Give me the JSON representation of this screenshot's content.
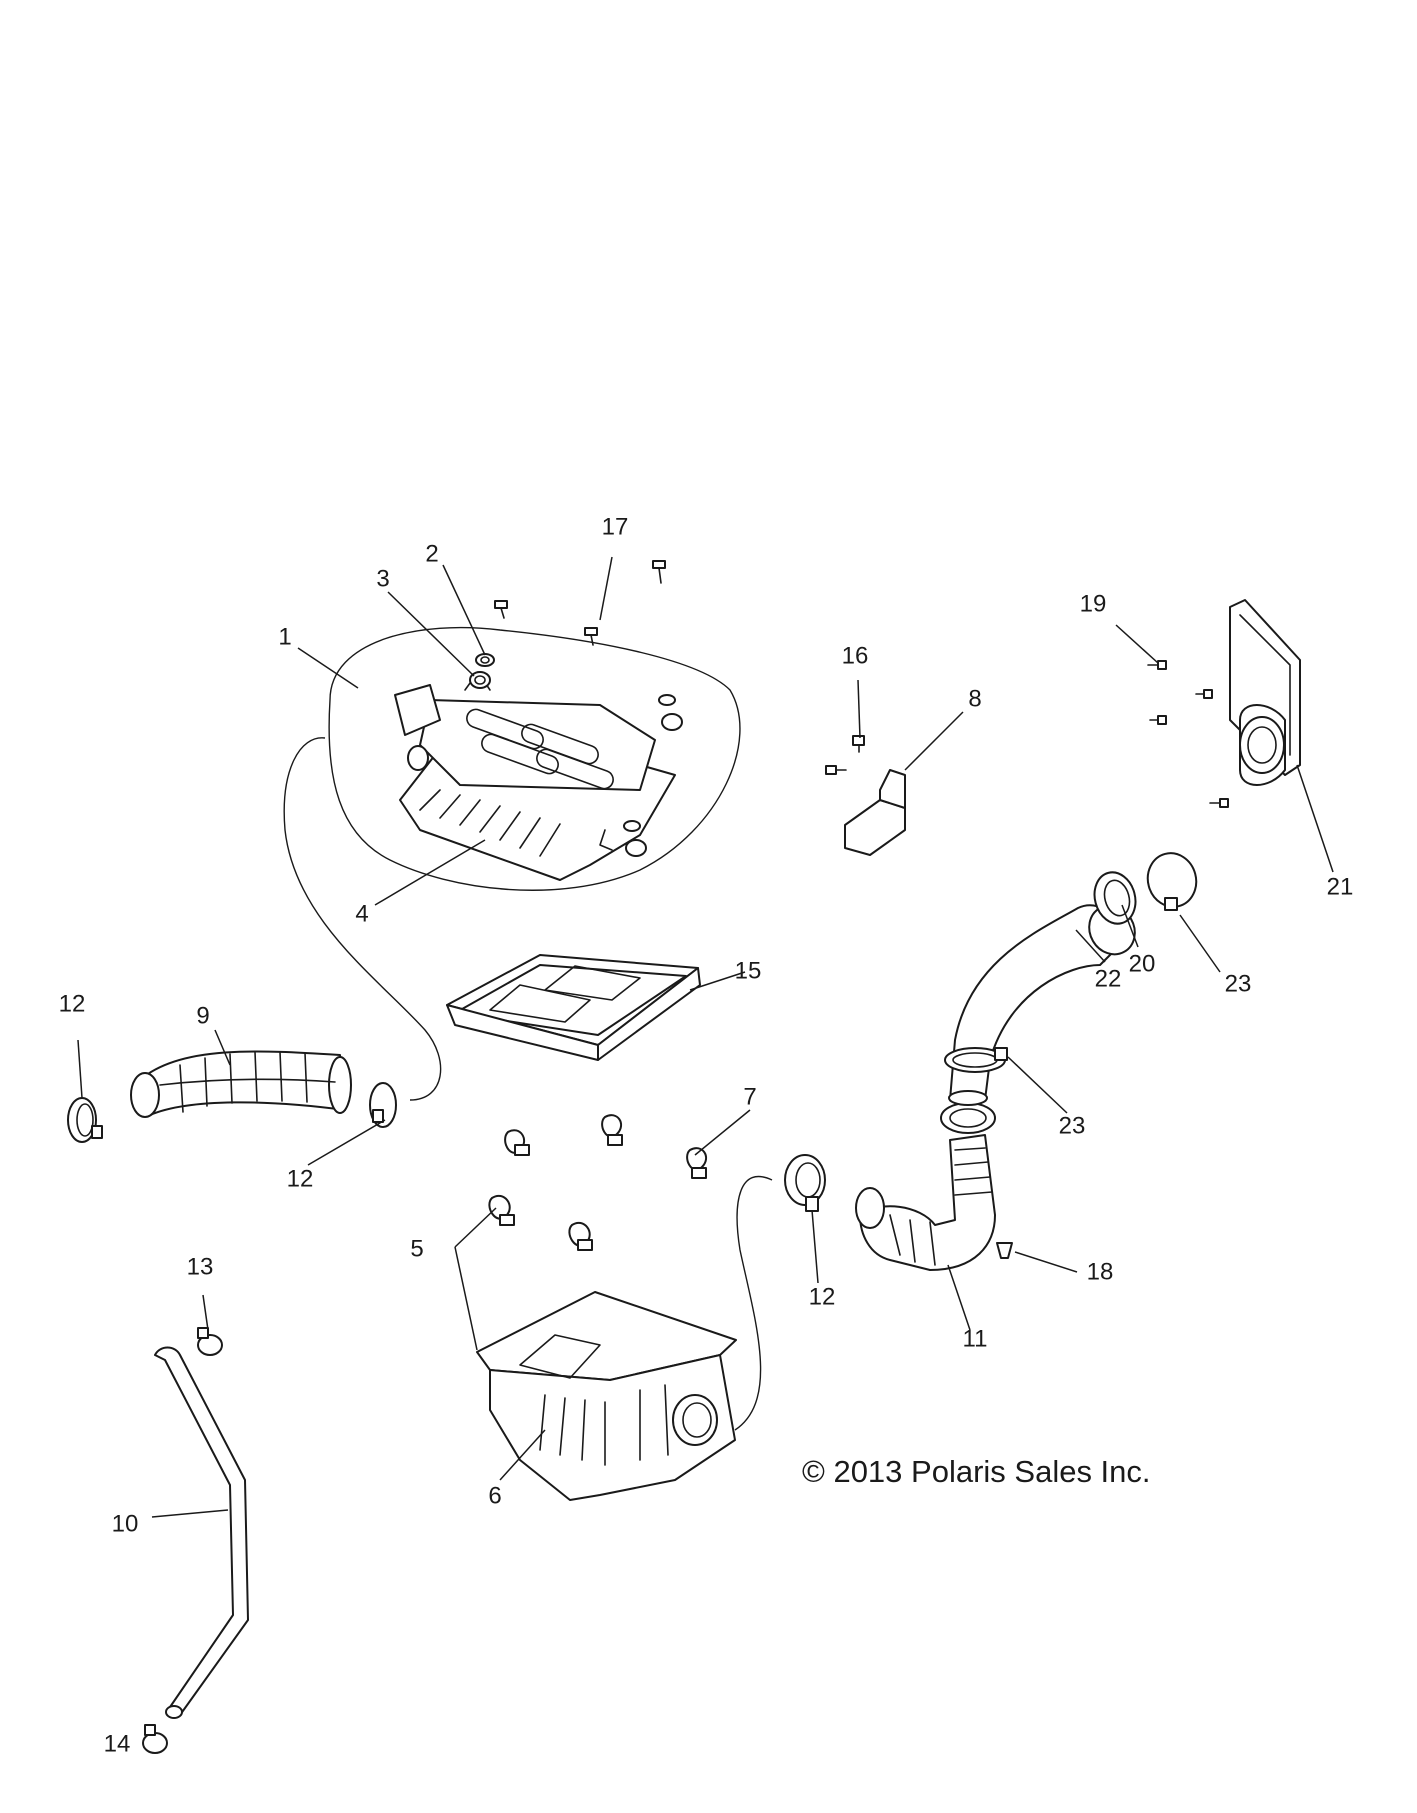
{
  "copyright": "© 2013 Polaris Sales Inc.",
  "callouts": [
    "1",
    "2",
    "3",
    "4",
    "5",
    "6",
    "7",
    "8",
    "9",
    "10",
    "11",
    "12",
    "12",
    "12",
    "13",
    "14",
    "15",
    "16",
    "17",
    "18",
    "19",
    "20",
    "21",
    "22",
    "23",
    "23"
  ]
}
